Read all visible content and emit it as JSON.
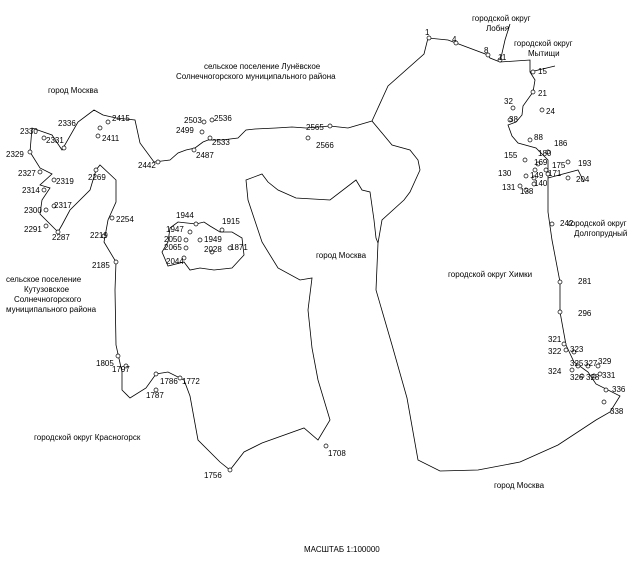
{
  "labels": {
    "lobnya": [
      "городской округ",
      "Лобня"
    ],
    "mytishchi": [
      "городской округ",
      "Мытищи"
    ],
    "lunevskoe": [
      "сельское поселение Лунёвское",
      "Солнечногорского муниципального района"
    ],
    "moskva_nw": "город Москва",
    "moskva_center": "город Москва",
    "khimki": "городской округ Химки",
    "dolgoprudny": [
      "городской округ",
      "Долгопрудный"
    ],
    "kutuzovskoe": [
      "сельское поселение",
      "Кутузовское",
      "Солнечногорского",
      "муниципального района"
    ],
    "krasnogorsk": "городской округ Красногорск",
    "moskva_se": "город Москва"
  },
  "scale_text": "МАСШТАБ 1:100000",
  "points": [
    "1",
    "4",
    "8",
    "11",
    "15",
    "21",
    "24",
    "32",
    "38",
    "88",
    "186",
    "180",
    "155",
    "169",
    "175",
    "193",
    "130",
    "149",
    "171",
    "204",
    "131",
    "140",
    "138",
    "242",
    "281",
    "296",
    "321",
    "322",
    "323",
    "325",
    "327",
    "329",
    "324",
    "326",
    "328",
    "331",
    "336",
    "338",
    "2336",
    "2415",
    "2330",
    "2411",
    "2331",
    "2329",
    "2327",
    "2319",
    "2314",
    "2317",
    "2300",
    "2291",
    "2287",
    "2269",
    "2254",
    "2219",
    "2185",
    "2503",
    "2536",
    "2499",
    "2533",
    "2487",
    "2442",
    "2565",
    "2566",
    "1944",
    "1915",
    "1947",
    "2050",
    "1949",
    "2065",
    "2028",
    "1871",
    "2044",
    "1805",
    "1797",
    "1786",
    "1772",
    "1787",
    "1756",
    "1708"
  ]
}
